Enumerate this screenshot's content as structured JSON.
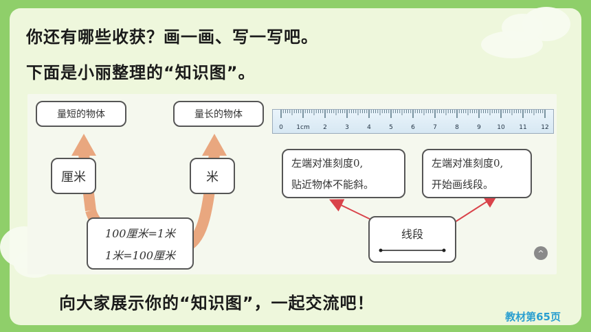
{
  "header": {
    "line1": "你还有哪些收获？画一画、写一写吧。",
    "line2": "下面是小丽整理的“知识图”。"
  },
  "diagram": {
    "left_tree": {
      "top_left": "量短的物体",
      "top_right": "量长的物体",
      "unit_cm": "厘米",
      "unit_m": "米",
      "relation_1": "100厘米=1米",
      "relation_2": "1米=100厘米"
    },
    "ruler": {
      "labels": [
        "0",
        "1cm",
        "2",
        "3",
        "4",
        "5",
        "6",
        "7",
        "8",
        "9",
        "10",
        "11",
        "12"
      ]
    },
    "right_tree": {
      "note_left_1": "左端对准刻度0,",
      "note_left_2": "贴近物体不能斜。",
      "note_right_1": "左端对准刻度0,",
      "note_right_2": "开始画线段。",
      "center": "线段"
    }
  },
  "footer": {
    "prompt": "向大家展示你的“知识图”，一起交流吧！",
    "page_ref": "教材第65页"
  },
  "colors": {
    "background_green": "#8fcf6a",
    "panel": "#eef7dc",
    "arrow_orange": "#e9a77f",
    "arrow_red": "#d9434a",
    "page_ref_blue": "#2a9fd0"
  },
  "icons": {
    "scroll_up": "chevron-up-icon"
  }
}
